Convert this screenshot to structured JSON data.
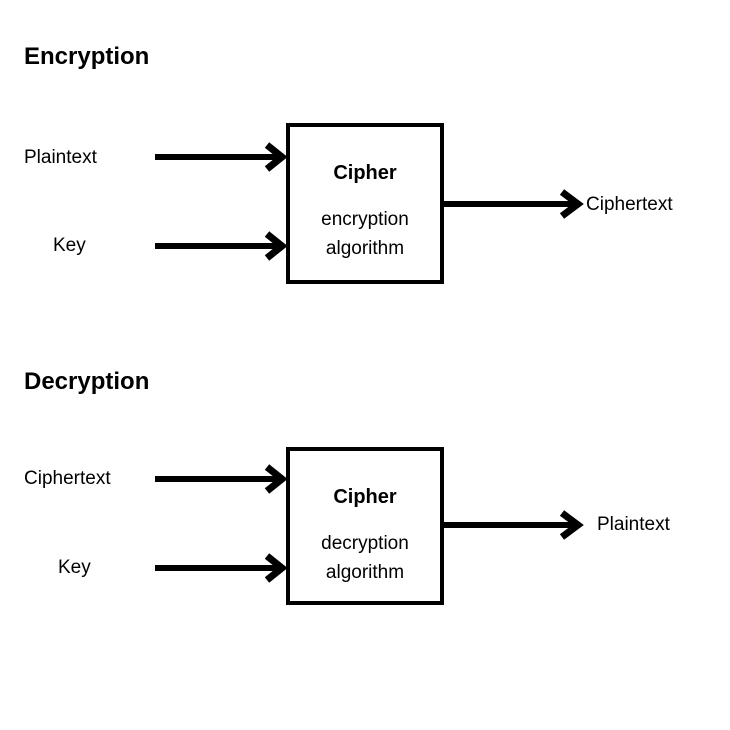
{
  "diagram": {
    "title_encryption": "Encryption",
    "title_decryption": "Decryption",
    "colors": {
      "stroke": "#000000",
      "background": "#ffffff",
      "box_fill": "#ffffff"
    }
  },
  "encryption": {
    "heading": "Encryption",
    "inputs": [
      {
        "label": "Plaintext",
        "name": "plaintext"
      },
      {
        "label": "Key",
        "name": "key"
      }
    ],
    "box": {
      "title": "Cipher",
      "subtitle_line1": "encryption",
      "subtitle_line2": "algorithm"
    },
    "output": {
      "label": "Ciphertext",
      "name": "ciphertext"
    }
  },
  "decryption": {
    "heading": "Decryption",
    "inputs": [
      {
        "label": "Ciphertext",
        "name": "ciphertext"
      },
      {
        "label": "Key",
        "name": "key"
      }
    ],
    "box": {
      "title": "Cipher",
      "subtitle_line1": "decryption",
      "subtitle_line2": "algorithm"
    },
    "output": {
      "label": "Plaintext",
      "name": "plaintext"
    }
  }
}
